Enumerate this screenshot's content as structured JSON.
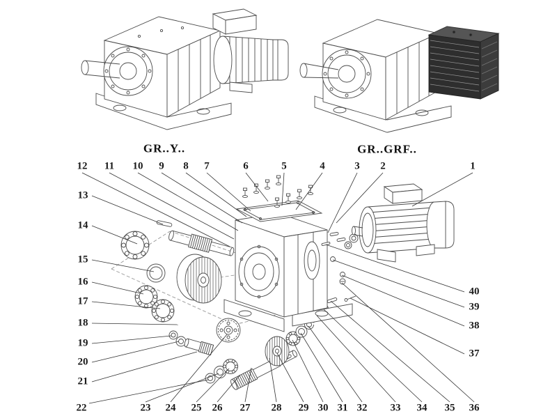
{
  "variants": [
    {
      "label": "GR..Y.."
    },
    {
      "label": "GR..GRF.."
    }
  ],
  "callouts": [
    "1",
    "2",
    "3",
    "4",
    "5",
    "6",
    "7",
    "8",
    "9",
    "10",
    "11",
    "12",
    "13",
    "14",
    "15",
    "16",
    "17",
    "18",
    "19",
    "20",
    "21",
    "22",
    "23",
    "24",
    "25",
    "26",
    "27",
    "28",
    "29",
    "30",
    "31",
    "32",
    "33",
    "34",
    "35",
    "36",
    "37",
    "38",
    "39",
    "40"
  ],
  "colors": {
    "line": "#4a4a4a",
    "label_text": "#1a1a1a",
    "dark_motor_fill": "#2e2e2e",
    "background": "#ffffff"
  }
}
